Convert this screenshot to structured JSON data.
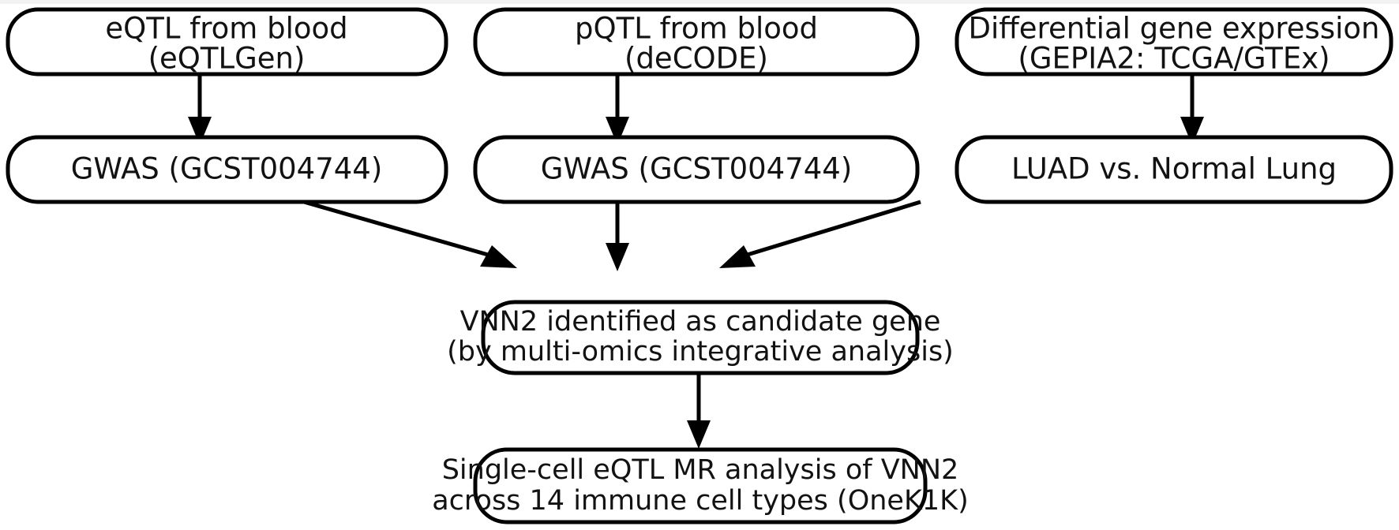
{
  "diagram": {
    "title": "Multi-omics integrative analysis workflow for VNN2",
    "type": "flowchart",
    "background_color": "#ffffff",
    "stroke_color": "#000000",
    "text_color": "#121212",
    "nodes": [
      {
        "id": "eqtl-source",
        "line1": "eQTL from blood",
        "line2": "(eQTLGen)",
        "row": 1,
        "column": 1
      },
      {
        "id": "pqtl-source",
        "line1": "pQTL from blood",
        "line2": "(deCODE)",
        "row": 1,
        "column": 2
      },
      {
        "id": "dge-source",
        "line1": "Differential gene expression",
        "line2": "(GEPIA2: TCGA/GTEx)",
        "row": 1,
        "column": 3
      },
      {
        "id": "gwas-eqtl",
        "line1": "GWAS (GCST004744)",
        "line2": "",
        "row": 2,
        "column": 1
      },
      {
        "id": "gwas-pqtl",
        "line1": "GWAS (GCST004744)",
        "line2": "",
        "row": 2,
        "column": 2
      },
      {
        "id": "luad-comparison",
        "line1": "LUAD vs. Normal Lung",
        "line2": "",
        "row": 2,
        "column": 3
      },
      {
        "id": "vnn2-candidate",
        "line1": "VNN2 identified as candidate gene",
        "line2": "(by multi-omics integrative analysis)",
        "row": 3,
        "column": 2
      },
      {
        "id": "single-cell-mr",
        "line1": "Single-cell eQTL MR analysis of VNN2",
        "line2": "across 14 immune cell types (OneK1K)",
        "row": 4,
        "column": 2
      }
    ],
    "edges": [
      {
        "id": "edge-eqtl-to-gwas1",
        "from": "eqtl-source",
        "to": "gwas-eqtl"
      },
      {
        "id": "edge-pqtl-to-gwas2",
        "from": "pqtl-source",
        "to": "gwas-pqtl"
      },
      {
        "id": "edge-dge-to-luad",
        "from": "dge-source",
        "to": "luad-comparison"
      },
      {
        "id": "edge-gwas1-to-vnn2",
        "from": "gwas-eqtl",
        "to": "vnn2-candidate"
      },
      {
        "id": "edge-gwas2-to-vnn2",
        "from": "gwas-pqtl",
        "to": "vnn2-candidate"
      },
      {
        "id": "edge-luad-to-vnn2",
        "from": "luad-comparison",
        "to": "vnn2-candidate"
      },
      {
        "id": "edge-vnn2-to-sc",
        "from": "vnn2-candidate",
        "to": "single-cell-mr"
      }
    ]
  }
}
